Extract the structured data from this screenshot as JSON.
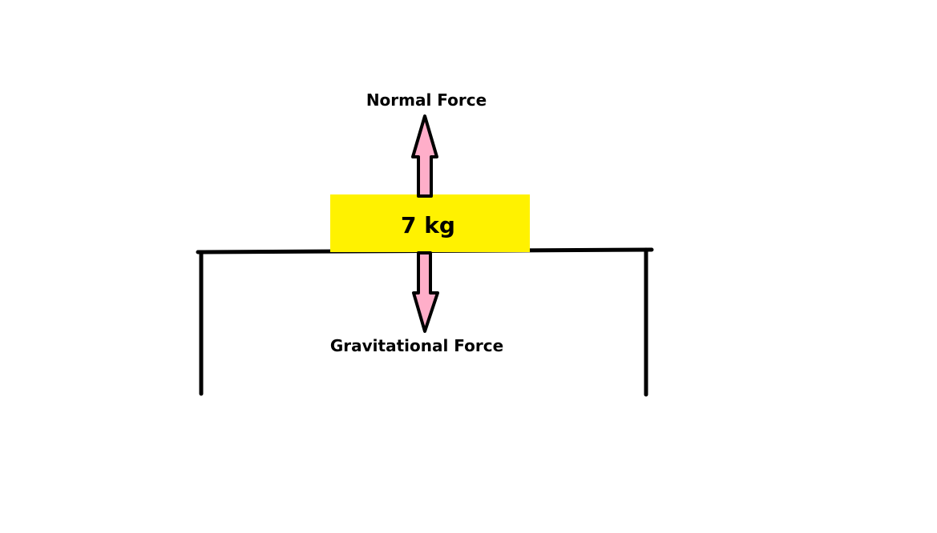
{
  "diagram": {
    "block_label": "7 kg",
    "up_force_label": "Normal Force",
    "down_force_label": "Gravitational Force",
    "colors": {
      "block": "#fff200",
      "arrow_fill": "#ffaec9",
      "line": "#000000"
    }
  }
}
